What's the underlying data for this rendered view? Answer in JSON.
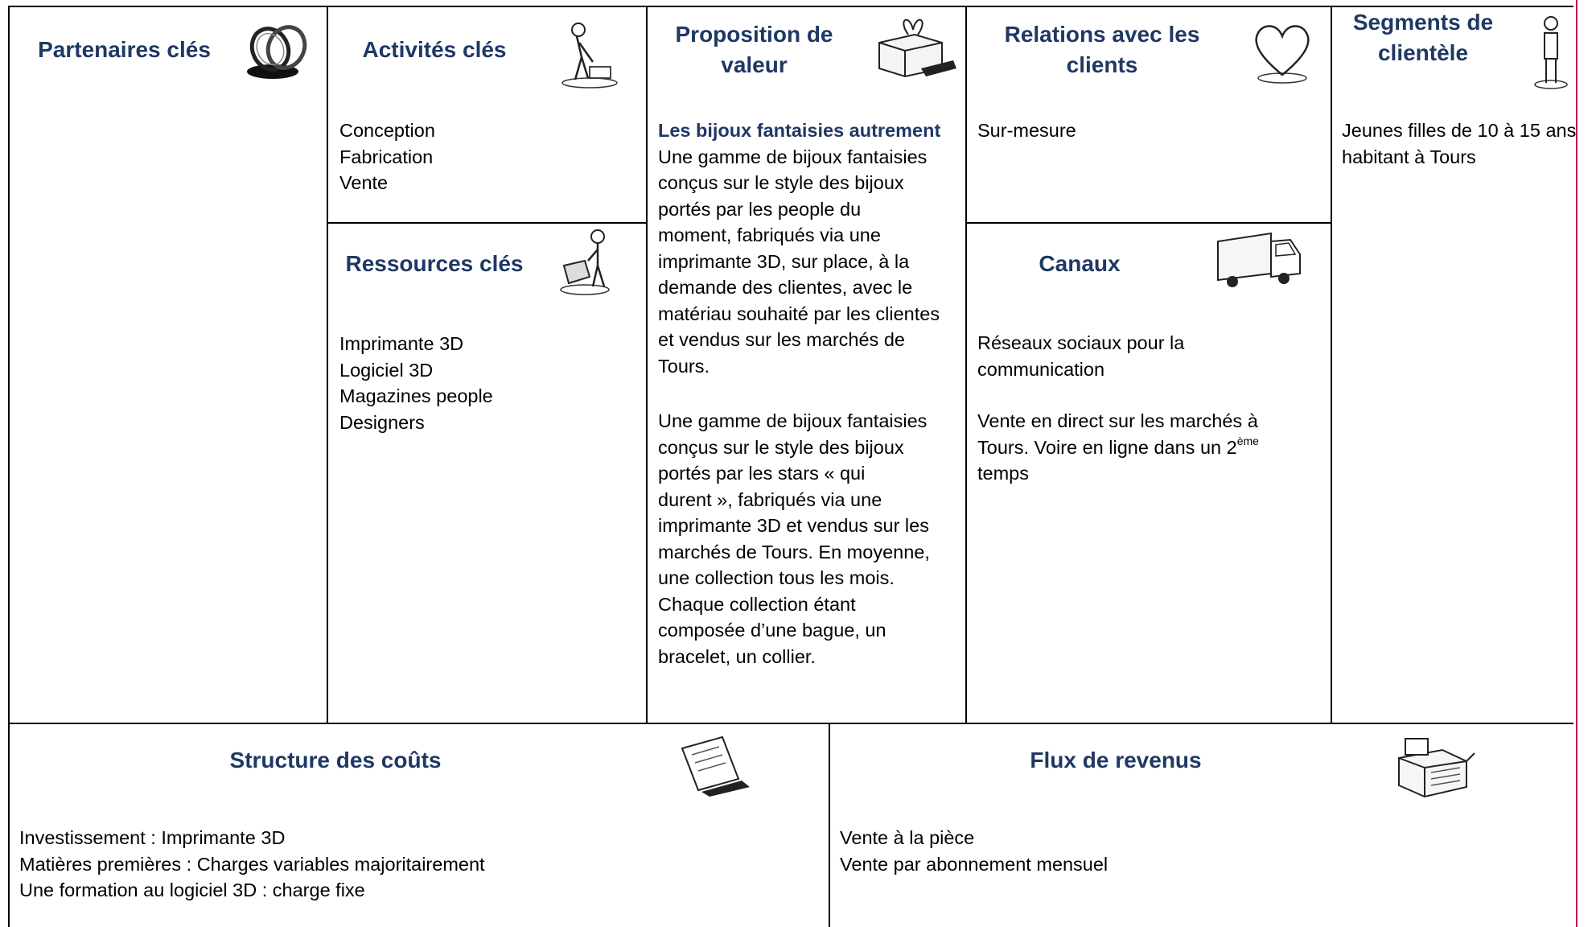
{
  "partners": {
    "title": "Partenaires clés",
    "icon": "rings-icon"
  },
  "activities": {
    "title": "Activités clés",
    "icon": "person-working-icon",
    "items": [
      "Conception",
      "Fabrication",
      "Vente"
    ]
  },
  "resources": {
    "title": "Ressources clés",
    "icon": "person-with-crate-icon",
    "items": [
      "Imprimante 3D",
      "Logiciel 3D",
      "Magazines people",
      "Designers"
    ]
  },
  "value": {
    "title_line1": "Proposition de",
    "title_line2": "valeur",
    "icon": "gift-box-icon",
    "subtitle": "Les bijoux fantaisies autrement",
    "para1": [
      "Une gamme de bijoux fantaisies",
      "conçus sur le style des bijoux",
      "portés par les people du",
      "moment, fabriqués via une",
      "imprimante 3D, sur place, à la",
      "demande des clientes, avec le",
      "matériau souhaité par les clientes",
      "et vendus sur les marchés de",
      "Tours."
    ],
    "para2": [
      "Une gamme de bijoux fantaisies",
      "conçus sur le style des bijoux",
      "portés par les stars « qui",
      "durent », fabriqués via une",
      "imprimante 3D et vendus sur les",
      "marchés de Tours. En moyenne,",
      "une collection tous les mois.",
      "Chaque collection étant",
      "composée d’une bague, un",
      "bracelet, un collier."
    ]
  },
  "relations": {
    "title_line1": "Relations avec les",
    "title_line2": "clients",
    "icon": "heart-icon",
    "items": [
      "Sur-mesure"
    ]
  },
  "channels": {
    "title": "Canaux",
    "icon": "truck-icon",
    "p1": [
      "Réseaux sociaux pour la",
      "communication"
    ],
    "p2_line1": "Vente en direct sur les marchés  à",
    "p2_line2_pre": "Tours. Voire en ligne dans un 2",
    "p2_line2_sup": "ème",
    "p2_line3": "temps"
  },
  "segments": {
    "title_line1": "Segments de",
    "title_line2": "clientèle",
    "icon": "standing-person-icon",
    "items": [
      "Jeunes filles de 10 à 15 ans",
      "habitant à Tours"
    ]
  },
  "costs": {
    "title": "Structure des coûts",
    "icon": "documents-icon",
    "items": [
      "Investissement : Imprimante 3D",
      "Matières premières : Charges variables majoritairement",
      "Une formation au logiciel 3D : charge fixe"
    ]
  },
  "revenues": {
    "title": "Flux de revenus",
    "icon": "cash-register-icon",
    "items": [
      "Vente à la pièce",
      "Vente par abonnement mensuel"
    ]
  }
}
